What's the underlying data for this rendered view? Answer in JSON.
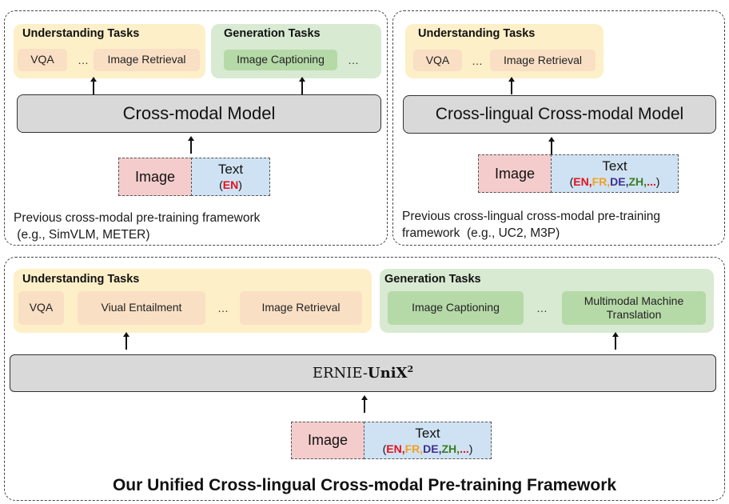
{
  "panel_prev_cross_modal": {
    "understanding": {
      "title": "Understanding Tasks",
      "items": [
        "VQA",
        "…",
        "Image Retrieval"
      ]
    },
    "generation": {
      "title": "Generation Tasks",
      "items": [
        "Image Captioning",
        "…"
      ]
    },
    "model_label": "Cross-modal Model",
    "input": {
      "image_label": "Image",
      "text_label": "Text",
      "languages": [
        {
          "code": "EN",
          "color": "#e8101a"
        }
      ]
    },
    "caption_line1": "Previous cross-modal pre-training framework",
    "caption_line2": " (e.g., SimVLM, METER)"
  },
  "panel_prev_cross_lingual": {
    "understanding": {
      "title": "Understanding Tasks",
      "items": [
        "VQA",
        "…",
        "Image Retrieval"
      ]
    },
    "model_label": "Cross-lingual Cross-modal Model",
    "input": {
      "image_label": "Image",
      "text_label": "Text",
      "languages": [
        {
          "code": "EN",
          "color": "#e8101a"
        },
        {
          "code": "FR",
          "color": "#f5a020"
        },
        {
          "code": "DE",
          "color": "#3d2f8f"
        },
        {
          "code": "ZH",
          "color": "#3a7d22"
        },
        {
          "code": "...",
          "color": "#e8101a"
        }
      ]
    },
    "caption_line1": "Previous cross-lingual cross-modal pre-training",
    "caption_line2": "framework  (e.g., UC2, M3P)"
  },
  "panel_unified": {
    "understanding": {
      "title": "Understanding Tasks",
      "items": [
        "VQA",
        "Viual Entailment",
        "…",
        "Image Retrieval"
      ]
    },
    "generation": {
      "title": "Generation Tasks",
      "items": [
        "Image Captioning",
        "…",
        "Multimodal Machine Translation"
      ]
    },
    "model": {
      "prefix": "ERNIE-",
      "name": "UniX",
      "superscript": "2"
    },
    "input": {
      "image_label": "Image",
      "text_label": "Text",
      "languages": [
        {
          "code": "EN",
          "color": "#e8101a"
        },
        {
          "code": "FR",
          "color": "#f5a020"
        },
        {
          "code": "DE",
          "color": "#3d2f8f"
        },
        {
          "code": "ZH",
          "color": "#3a7d22"
        },
        {
          "code": "...",
          "color": "#e8101a"
        }
      ]
    },
    "title": "Our Unified Cross-lingual Cross-modal Pre-training Framework"
  },
  "colors": {
    "understanding_bg": "#fdefc8",
    "understanding_chip": "#f9dfc4",
    "generation_bg": "#d8ead2",
    "generation_chip": "#b6d9a8",
    "model_bg": "#d9d9d9",
    "image_input_bg": "#f4cccc",
    "text_input_bg": "#cfe2f3"
  }
}
